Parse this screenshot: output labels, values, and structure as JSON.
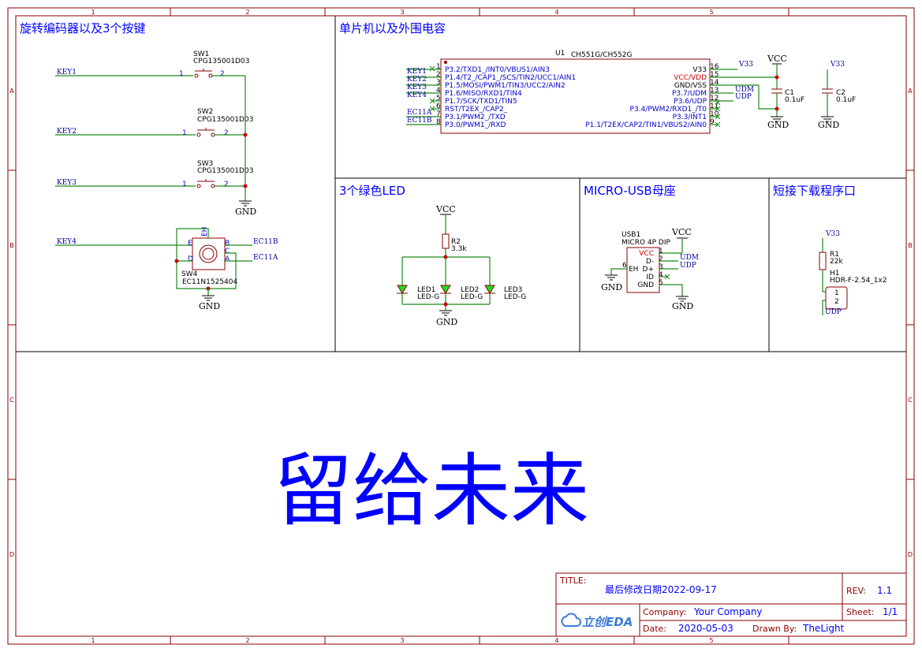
{
  "frame": {
    "col_labels": [
      "1",
      "2",
      "3",
      "4",
      "5"
    ],
    "row_labels": [
      "A",
      "B",
      "C",
      "D"
    ]
  },
  "sections": {
    "encoder": {
      "title": "旋转编码器以及3个按键",
      "switches": [
        {
          "ref": "SW1",
          "part": "CPG135001D03",
          "net": "KEY1",
          "pin1": "1",
          "pin2": "2"
        },
        {
          "ref": "SW2",
          "part": "CPG135001D03",
          "net": "KEY2",
          "pin1": "1",
          "pin2": "2"
        },
        {
          "ref": "SW3",
          "part": "CPG135001D03",
          "net": "KEY3",
          "pin1": "1",
          "pin2": "2"
        }
      ],
      "gnd": "GND",
      "sw4": {
        "ref": "SW4",
        "part": "EC11N1525404",
        "net_in": "KEY4",
        "net_b": "EC11B",
        "net_a": "EC11A",
        "pins": [
          "E",
          "D",
          "B",
          "C",
          "A",
          "EH"
        ],
        "gnd": "GND"
      }
    },
    "mcu": {
      "title": "单片机以及外围电容",
      "ref": "U1",
      "part": "CH551G/CH552G",
      "left_pins": [
        {
          "num": "1",
          "name": "P3.2/TXD1_/INT0/VBUS1/AIN3",
          "net": "KEY1"
        },
        {
          "num": "2",
          "name": "P1.4/T2_/CAP1_/SCS/TIN2/UCC1/AIN1",
          "net": "KEY2"
        },
        {
          "num": "3",
          "name": "P1.5/MOSI/PWM1/TIN3/UCC2/AIN2",
          "net": "KEY3"
        },
        {
          "num": "4",
          "name": "P1.6/MISO/RXD1/TIN4",
          "net": "KEY4"
        },
        {
          "num": "5",
          "name": "P1.7/SCK/TXD1/TIN5",
          "net": ""
        },
        {
          "num": "6",
          "name": "RST/T2EX_/CAP2_",
          "net": "EC11A"
        },
        {
          "num": "7",
          "name": "P3.1/PWM2_/TXD",
          "net": "EC11B"
        },
        {
          "num": "8",
          "name": "P3.0/PWM1_/RXD",
          "net": ""
        }
      ],
      "right_pins": [
        {
          "num": "16",
          "name": "V33",
          "net": "V33"
        },
        {
          "num": "15",
          "name": "VCC/VDD",
          "net": ""
        },
        {
          "num": "14",
          "name": "GND/VSS",
          "net": ""
        },
        {
          "num": "13",
          "name": "P3.7/UDM",
          "net": "UDM"
        },
        {
          "num": "12",
          "name": "P3.6/UDP",
          "net": "UDP"
        },
        {
          "num": "11",
          "name": "P3.4/PWM2/RXD1_/T0",
          "net": ""
        },
        {
          "num": "10",
          "name": "P3.3/INT1",
          "net": ""
        },
        {
          "num": "9",
          "name": "P1.1/T2EX/CAP2/TIN1/VBUS2/AIN0",
          "net": ""
        }
      ],
      "vcc": "VCC",
      "gnd": "GND",
      "c1": {
        "ref": "C1",
        "value": "0.1uF"
      },
      "c2": {
        "ref": "C2",
        "value": "0.1uF",
        "net": "V33"
      }
    },
    "led": {
      "title": "3个绿色LED",
      "vcc": "VCC",
      "r2": {
        "ref": "R2",
        "value": "3.3k"
      },
      "leds": [
        {
          "ref": "LED1",
          "part": "LED-G"
        },
        {
          "ref": "LED2",
          "part": "LED-G"
        },
        {
          "ref": "LED3",
          "part": "LED-G"
        }
      ],
      "gnd": "GND"
    },
    "usb": {
      "title": "MICRO-USB母座",
      "ref": "USB1",
      "part": "MICRO 4P DIP",
      "vcc": "VCC",
      "pins": [
        {
          "num": "1",
          "name": "VCC",
          "net": ""
        },
        {
          "num": "2",
          "name": "D-",
          "net": "UDM"
        },
        {
          "num": "3",
          "name": "D+",
          "net": "UDP"
        },
        {
          "num": "4",
          "name": "ID",
          "net": ""
        },
        {
          "num": "5",
          "name": "GND",
          "net": ""
        }
      ],
      "eh_num": "6",
      "eh_name": "EH",
      "gnd_left": "GND",
      "gnd_right": "GND"
    },
    "download": {
      "title": "短接下载程序口",
      "v33": "V33",
      "r1": {
        "ref": "R1",
        "value": "22k"
      },
      "h1": {
        "ref": "H1",
        "part": "HDR-F-2.54_1x2",
        "pins": [
          "1",
          "2"
        ]
      },
      "udp": "UDP"
    }
  },
  "big_text": "留给未来",
  "title_block": {
    "title_label": "TITLE:",
    "title_value": "最后修改日期2022-09-17",
    "rev_label": "REV:",
    "rev_value": "1.1",
    "logo_text": "立创EDA",
    "company_label": "Company:",
    "company_value": "Your Company",
    "sheet_label": "Sheet:",
    "sheet_value": "1/1",
    "date_label": "Date:",
    "date_value": "2020-05-03",
    "drawn_label": "Drawn By:",
    "drawn_value": "TheLight"
  },
  "colors": {
    "frame": "#8b0000",
    "wire": "#1a8a1a",
    "text_blue": "#0000ff",
    "pin_red": "#cc0000"
  }
}
